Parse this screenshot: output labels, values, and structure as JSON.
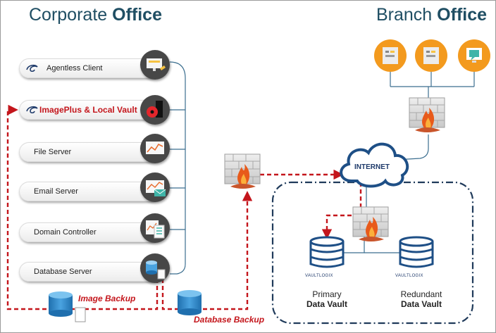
{
  "titles": {
    "corporate_light": "Corporate ",
    "corporate_bold": "Office",
    "branch_light": "Branch ",
    "branch_bold": "Office"
  },
  "servers": [
    {
      "label": "Agentless Client",
      "icon": "monitor-card-icon"
    },
    {
      "label": "ImagePlus & Local Vault",
      "icon": "vault-disc-icon",
      "highlight": true
    },
    {
      "label": "File Server",
      "icon": "line-chart-icon"
    },
    {
      "label": "Email Server",
      "icon": "email-icon"
    },
    {
      "label": "Domain Controller",
      "icon": "documents-icon"
    },
    {
      "label": "Database Server",
      "icon": "database-icon"
    }
  ],
  "cloud_label": "INTERNET",
  "vaults": {
    "primary_line1": "Primary",
    "primary_line2": "Data Vault",
    "redundant_line1": "Redundant",
    "redundant_line2": "Data Vault",
    "brand": "VAULTLOGIX"
  },
  "backups": {
    "image": "Image Backup",
    "database": "Database Backup"
  },
  "colors": {
    "title": "#1f4e63",
    "accent_red": "#c4161c",
    "line_blue": "#3b6e8f",
    "dashed_box": "#1f3a5a",
    "orange": "#f39a1e",
    "icon_dark": "#474747",
    "db_blue": "#2a7fc1"
  }
}
